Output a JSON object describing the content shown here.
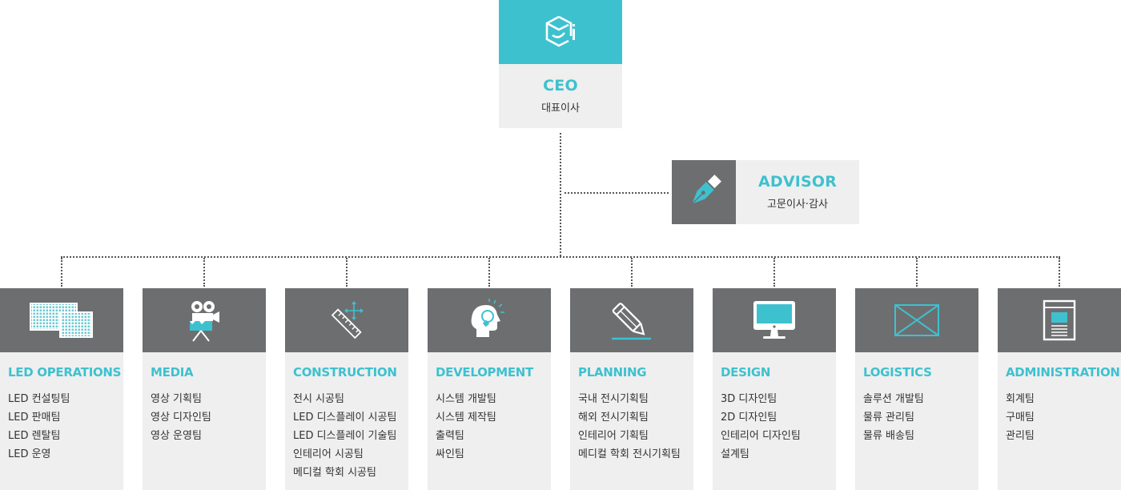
{
  "ceo": {
    "title": "CEO",
    "subtitle": "대표이사"
  },
  "advisor": {
    "title": "ADVISOR",
    "subtitle": "고문이사·감사"
  },
  "teams": [
    {
      "name": "LED OPERATIONS",
      "icon": "led-panel-icon",
      "members": [
        "LED 컨설팅팀",
        "LED 판매팀",
        "LED 렌탈팀",
        "LED 운영"
      ]
    },
    {
      "name": "MEDIA",
      "icon": "movie-camera-icon",
      "members": [
        "영상 기획팀",
        "영상 디자인팀",
        "영상 운영팀"
      ]
    },
    {
      "name": "CONSTRUCTION",
      "icon": "ruler-icon",
      "members": [
        "전시 시공팀",
        "LED 디스플레이 시공팀",
        "LED 디스플레이 기술팀",
        "인테리어 시공팀",
        "메디컬 학회 시공팀"
      ]
    },
    {
      "name": "DEVELOPMENT",
      "icon": "head-lightbulb-icon",
      "members": [
        "시스템 개발팀",
        "시스템 제작팀",
        "출력팀",
        "싸인팀"
      ]
    },
    {
      "name": "PLANNING",
      "icon": "pencil-icon",
      "members": [
        "국내 전시기획팀",
        "해외 전시기획팀",
        "인테리어 기획팀",
        "메디컬 학회 전시기획팀"
      ]
    },
    {
      "name": "DESIGN",
      "icon": "monitor-icon",
      "members": [
        "3D 디자인팀",
        "2D 디자인팀",
        "인테리어 디자인팀",
        "설계팀"
      ]
    },
    {
      "name": "LOGISTICS",
      "icon": "envelope-icon",
      "members": [
        "솔루션 개발팀",
        "물류 관리팀",
        "물류 배송팀"
      ]
    },
    {
      "name": "ADMINISTRATION",
      "icon": "document-icon",
      "members": [
        "회계팀",
        "구매팀",
        "관리팀"
      ]
    }
  ],
  "colors": {
    "accent": "#3ec1cf",
    "dark": "#6d6e70",
    "light": "#efefef"
  }
}
